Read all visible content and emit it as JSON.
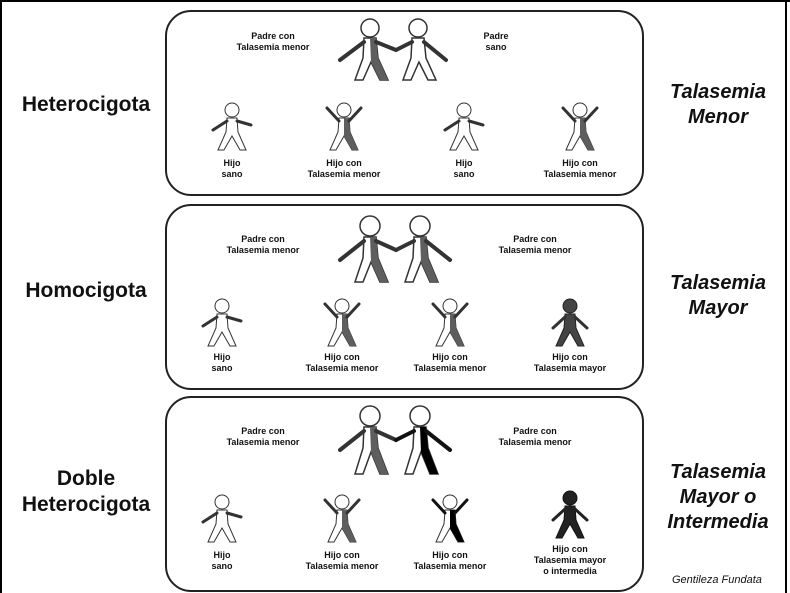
{
  "colors": {
    "panel_border": "#222222",
    "healthy_fill": "#ffffff",
    "trait_fill": "#5e5e5e",
    "severe_fill": "#000000"
  },
  "rows": [
    {
      "left_label": "Heterocigota",
      "right_label": "Talasemia\nMenor",
      "parent_left": "Padre con\nTalasemia menor",
      "parent_right": "Padre\nsano",
      "children": [
        {
          "label": "Hijo\nsano",
          "icon": "healthy-person-icon"
        },
        {
          "label": "Hijo con\nTalasemia menor",
          "icon": "trait-person-icon"
        },
        {
          "label": "Hijo\nsano",
          "icon": "healthy-person-icon"
        },
        {
          "label": "Hijo con\nTalasemia menor",
          "icon": "trait-person-icon"
        }
      ]
    },
    {
      "left_label": "Homocigota",
      "right_label": "Talasemia\nMayor",
      "parent_left": "Padre con\nTalasemia menor",
      "parent_right": "Padre con\nTalasemia menor",
      "children": [
        {
          "label": "Hijo\nsano",
          "icon": "healthy-person-icon"
        },
        {
          "label": "Hijo con\nTalasemia menor",
          "icon": "trait-person-icon"
        },
        {
          "label": "Hijo con\nTalasemia menor",
          "icon": "trait-person-icon"
        },
        {
          "label": "Hijo con\nTalasemia mayor",
          "icon": "major-person-icon"
        }
      ]
    },
    {
      "left_label": "Doble\nHeterocigota",
      "right_label": "Talasemia\nMayor o\nIntermedia",
      "parent_left": "Padre con\nTalasemia menor",
      "parent_right": "Padre con\nTalasemia menor",
      "children": [
        {
          "label": "Hijo\nsano",
          "icon": "healthy-person-icon"
        },
        {
          "label": "Hijo con\nTalasemia menor",
          "icon": "trait-person-icon"
        },
        {
          "label": "Hijo con\nTalasemia menor",
          "icon": "black-trait-person-icon"
        },
        {
          "label": "Hijo con\nTalasemia mayor\no intermedia",
          "icon": "major-person-icon"
        }
      ]
    }
  ],
  "credit": "Gentileza Fundata"
}
